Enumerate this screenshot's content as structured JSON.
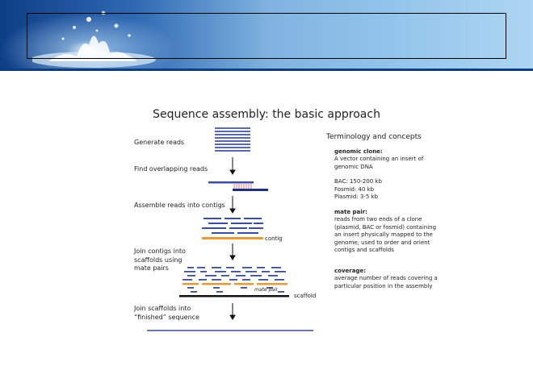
{
  "slide_title": "Sequence assembly: the basic approach",
  "steps": [
    {
      "label": "Generate reads"
    },
    {
      "label": "Find overlapping reads"
    },
    {
      "label": "Assemble reads into contigs"
    },
    {
      "label_lines": [
        "Join contigs into",
        "scaffolds using",
        "mate pairs"
      ]
    },
    {
      "label_lines": [
        "Join scaffolds into",
        "“finished” sequence"
      ]
    }
  ],
  "diagram_labels": {
    "contig": "contig",
    "mate_pair": "mate pair",
    "scaffold": "scaffold"
  },
  "terminology": {
    "heading": "Terminology and concepts",
    "terms": [
      {
        "name": "genomic clone:",
        "lines": [
          "A vector containing an insert of",
          "genomic DNA"
        ]
      },
      {
        "name": "",
        "lines": [
          "BAC: 150-200 kb",
          "Fosmid: 40 kb",
          "Plasmid: 3-5 kb"
        ]
      },
      {
        "name": "mate pair:",
        "lines": [
          "reads from two ends of a clone",
          "(plasmid, BAC or fosmid) containing",
          "an insert physically mapped to the",
          "genome; used to order and orient",
          "contigs and scaffolds"
        ]
      },
      {
        "name": "coverage:",
        "lines": [
          "average number of reads covering a",
          "particular position in the assembly"
        ]
      }
    ]
  },
  "colors": {
    "read_blue": "#3b4e9a",
    "contig_orange": "#e59a3a",
    "overlap_pink": "#d9586e",
    "scaffold_black": "#111111"
  }
}
